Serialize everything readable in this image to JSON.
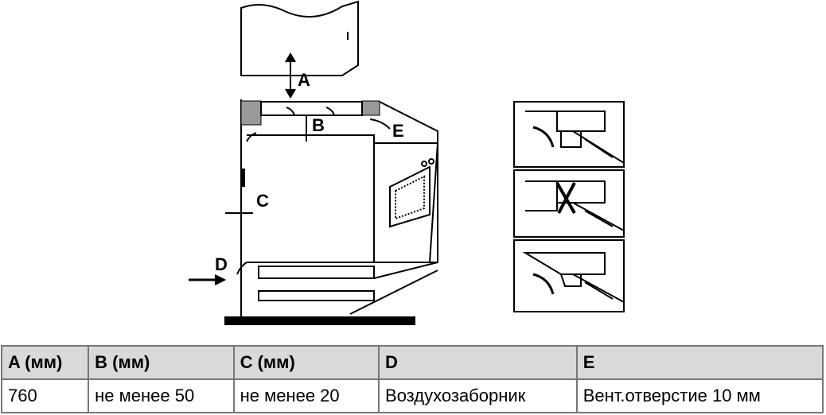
{
  "diagram": {
    "labels": [
      "A",
      "B",
      "C",
      "D",
      "E"
    ]
  },
  "table": {
    "headers": [
      "A (мм)",
      "B (мм)",
      "C (мм)",
      "D",
      "E"
    ],
    "row": [
      "760",
      "не менее 50",
      "не менее 20",
      "Воздухозаборник",
      "Вент.отверстие 10 мм"
    ]
  }
}
